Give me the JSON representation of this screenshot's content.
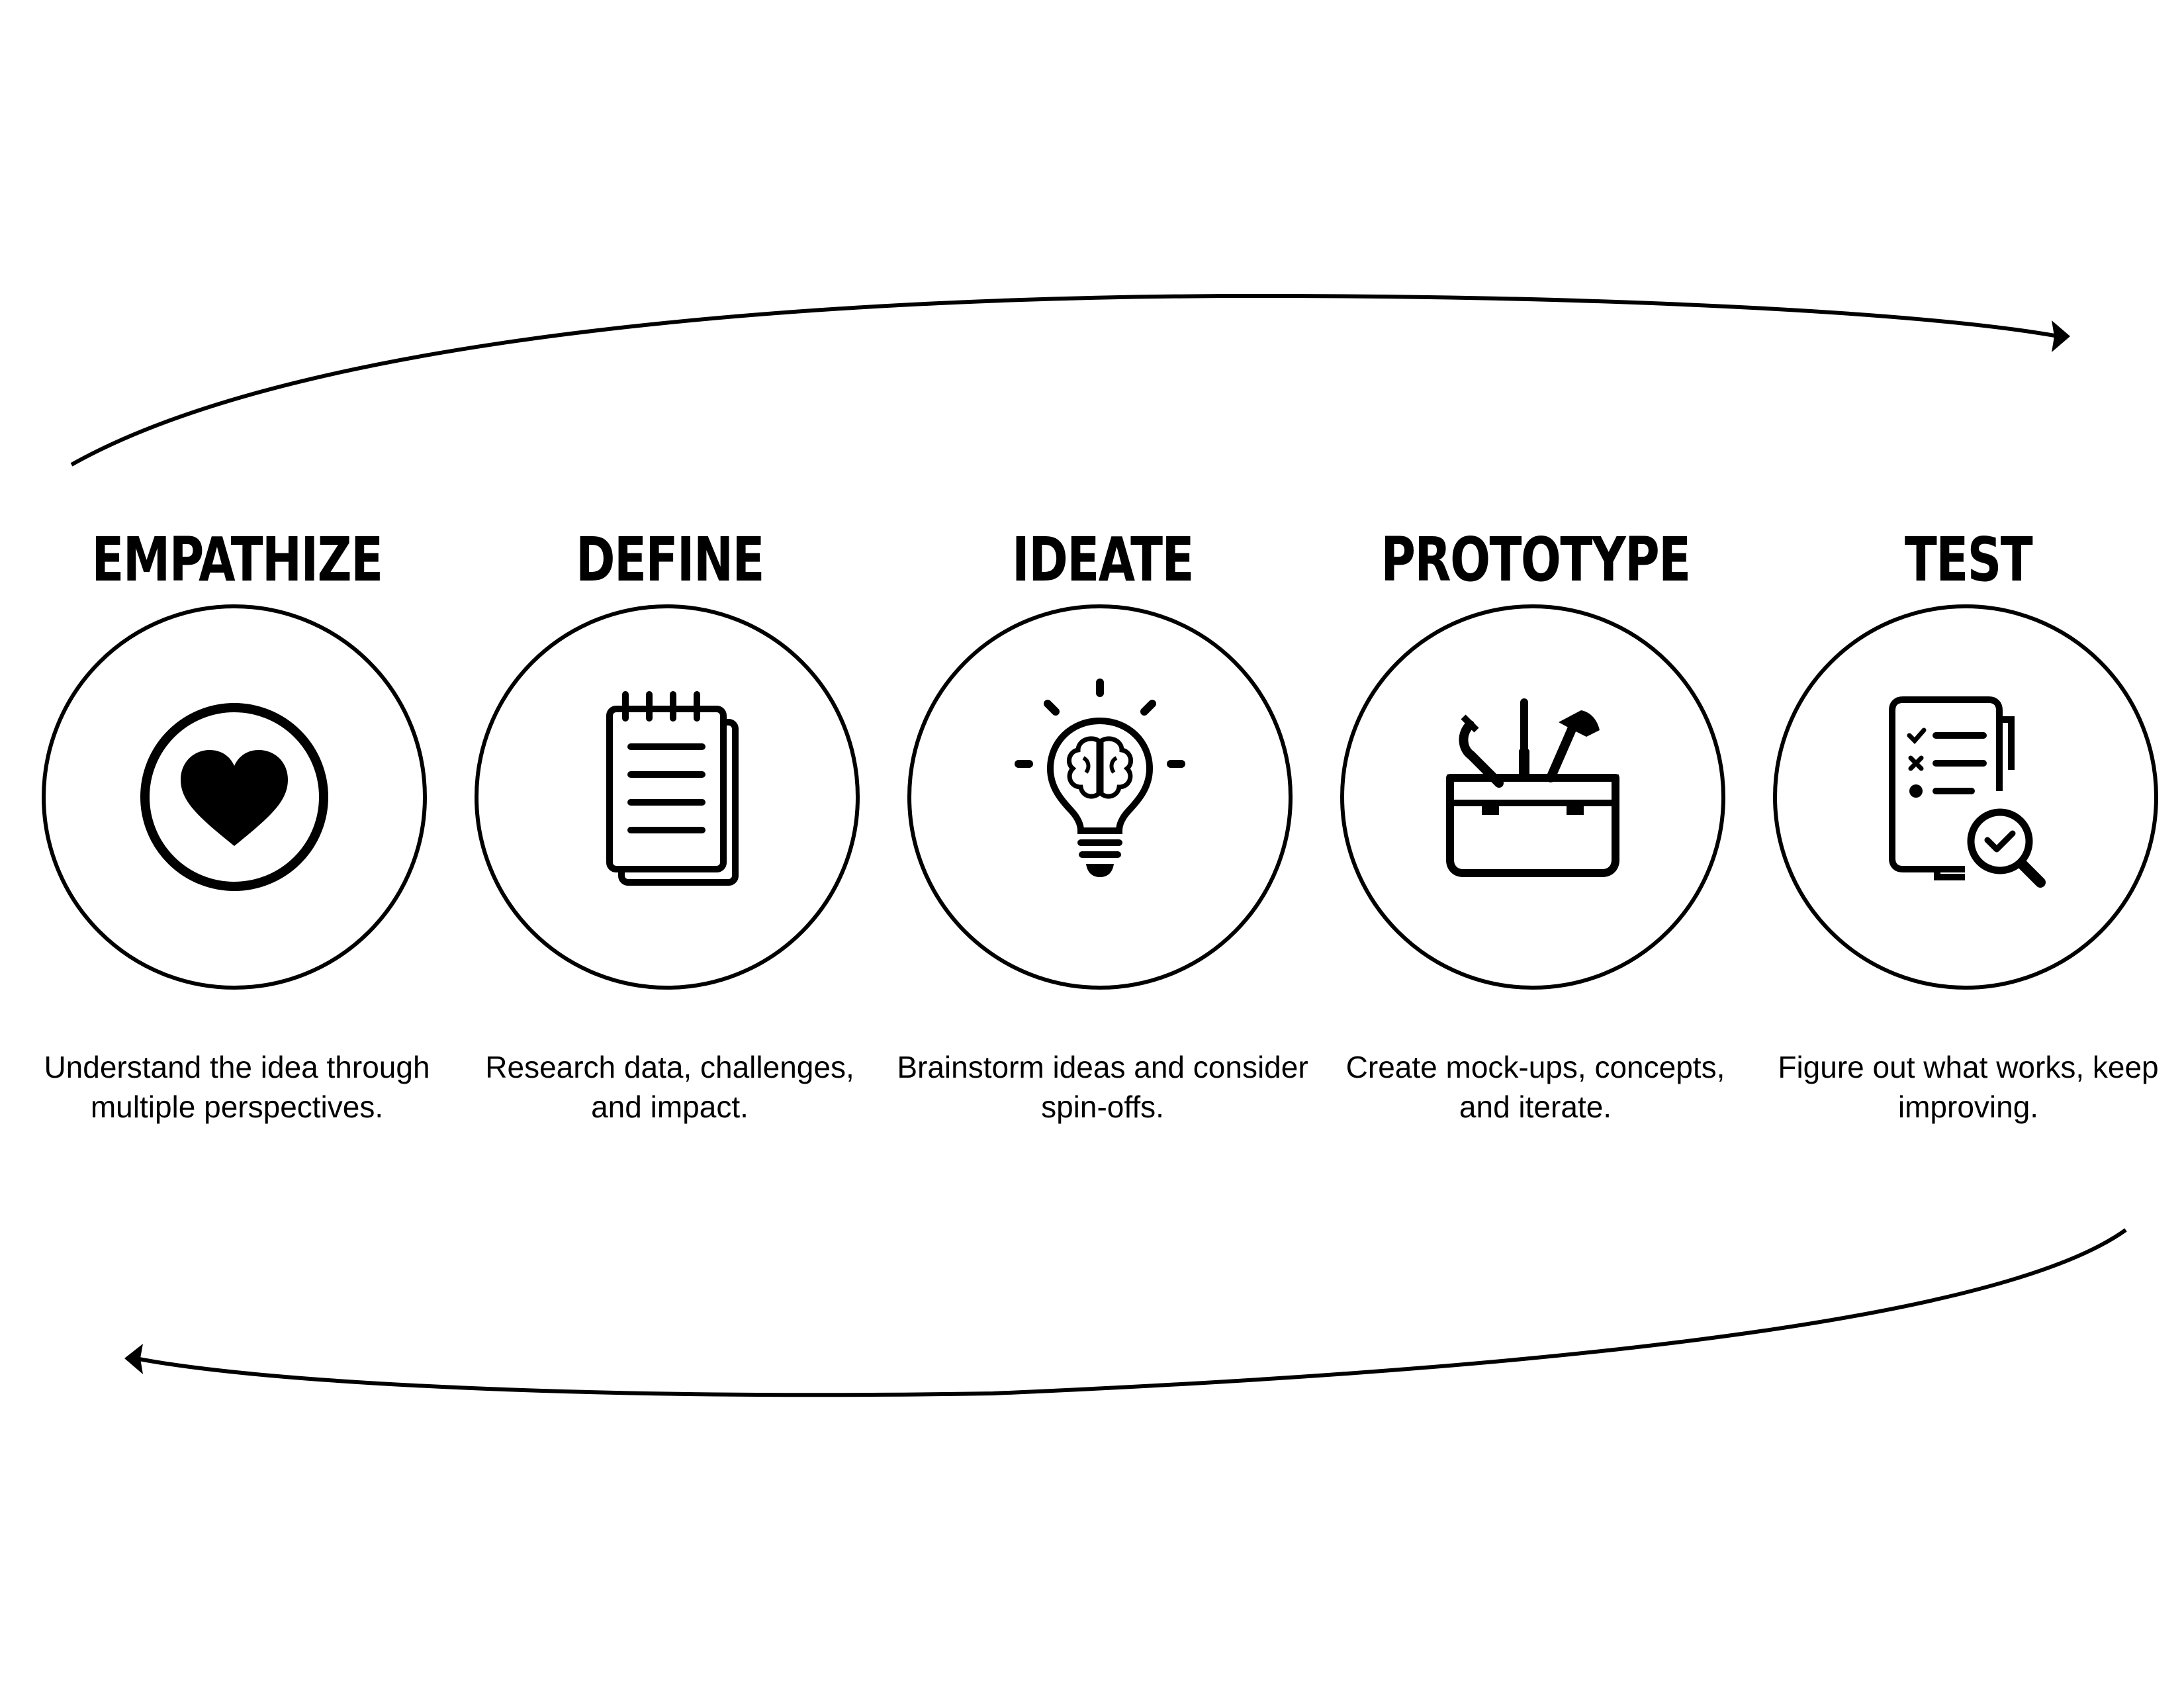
{
  "stages": [
    {
      "title": "EMPATHIZE",
      "icon": "heart-icon",
      "description": "Understand the idea through multiple perspectives."
    },
    {
      "title": "DEFINE",
      "icon": "notepad-icon",
      "description": "Research data, challenges, and impact."
    },
    {
      "title": "IDEATE",
      "icon": "lightbulb-brain-icon",
      "description": "Brainstorm ideas and consider spin-offs."
    },
    {
      "title": "PROTOTYPE",
      "icon": "toolbox-icon",
      "description": "Create mock-ups, concepts, and iterate."
    },
    {
      "title": "TEST",
      "icon": "checklist-magnifier-icon",
      "description": "Figure out what works, keep improving."
    }
  ],
  "colors": {
    "ink": "#000000",
    "background": "#ffffff"
  }
}
